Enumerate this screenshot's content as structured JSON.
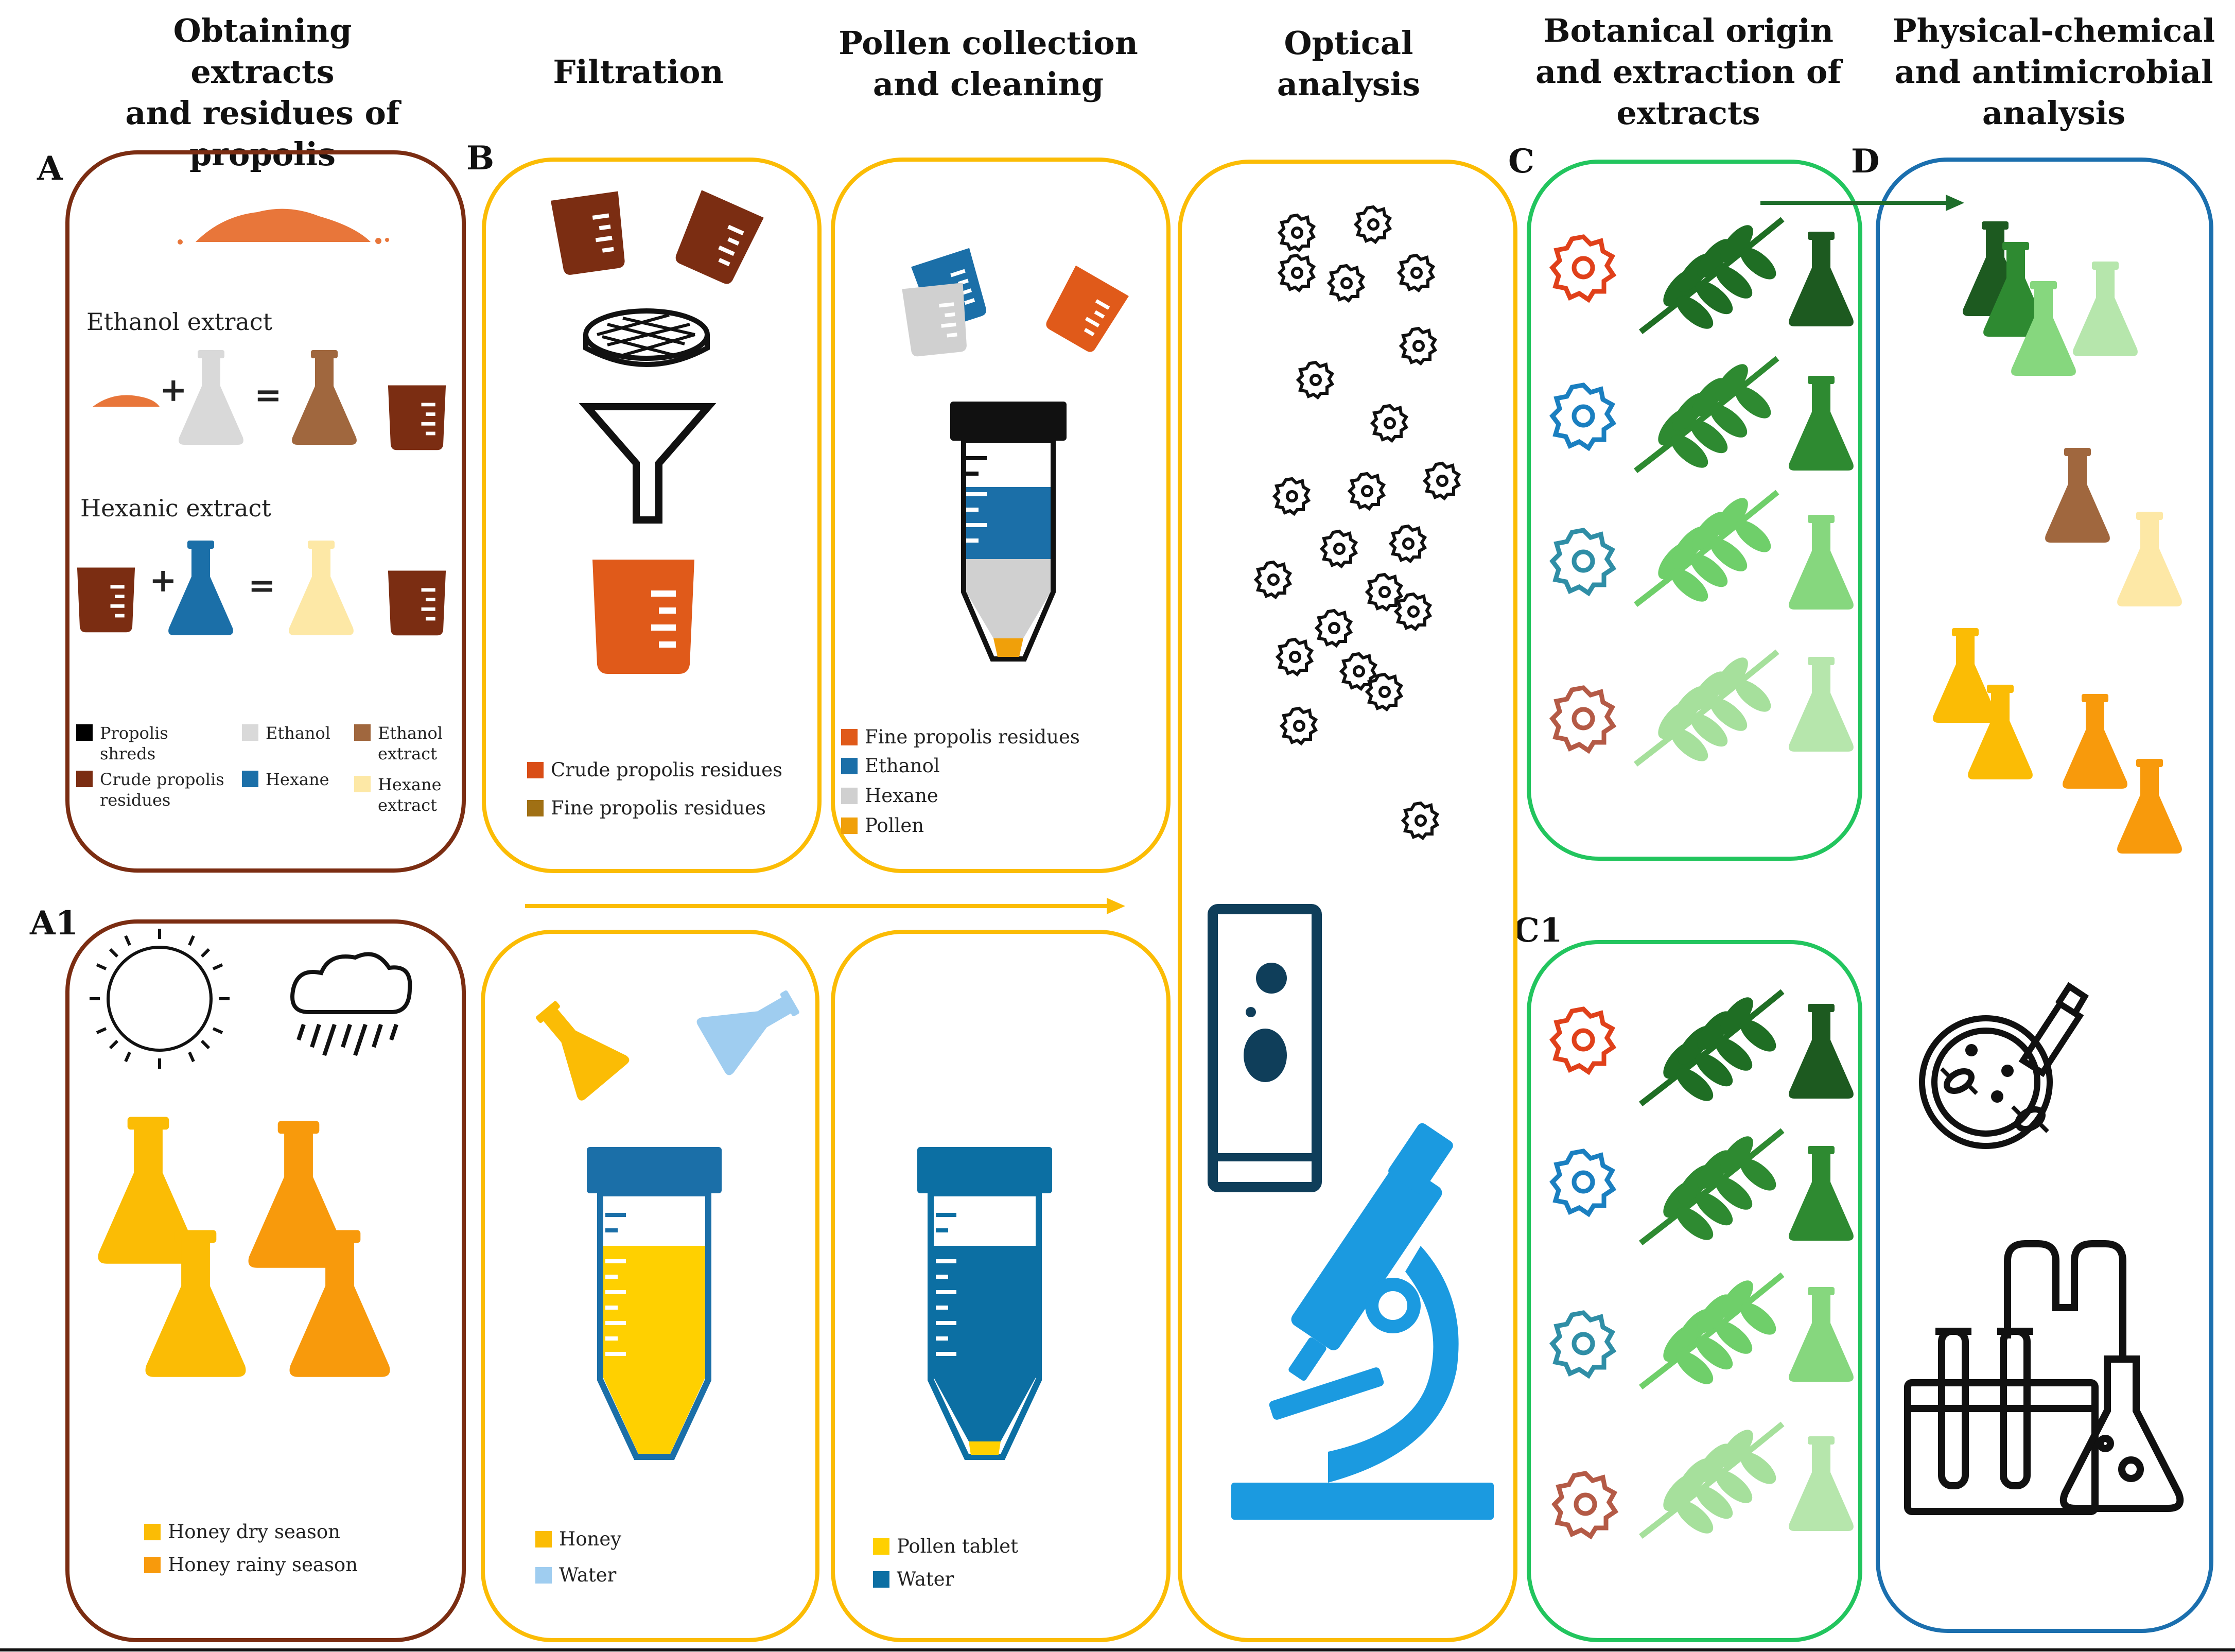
{
  "headers": {
    "col_a": "Obtaining extracts\nand residues of\npropolis",
    "col_b": "Filtration",
    "col_pollen": "Pollen collection\nand cleaning",
    "col_optical": "Optical\nanalysis",
    "col_c": "Botanical origin\nand extraction of\nextracts",
    "col_d": "Physical-chemical\nand antimicrobial\nanalysis"
  },
  "letters": {
    "a": "A",
    "a1": "A1",
    "b": "B",
    "c": "C",
    "c1": "C1",
    "d": "D"
  },
  "panel_a": {
    "ethanol_extract": "Ethanol extract",
    "hexanic_extract": "Hexanic extract",
    "plus": "+",
    "equals": "=",
    "legend": [
      {
        "label": "Propolis\nshreds",
        "color": "#000000"
      },
      {
        "label": "Ethanol",
        "color": "#d9d9d9"
      },
      {
        "label": "Ethanol\nextract",
        "color": "#a0673e"
      },
      {
        "label": "Crude propolis\nresidues",
        "color": "#7b2d12"
      },
      {
        "label": "Hexane",
        "color": "#1b6fa8"
      },
      {
        "label": "Hexane\nextract",
        "color": "#fde8a6"
      }
    ]
  },
  "panel_b": {
    "legend": [
      {
        "label": "Crude propolis residues",
        "color": "#d94d16"
      },
      {
        "label": "Fine propolis residues",
        "color": "#a07014"
      }
    ]
  },
  "panel_pollen": {
    "legend": [
      {
        "label": "Fine propolis residues",
        "color": "#e05a1a"
      },
      {
        "label": "Ethanol",
        "color": "#1b6fa8"
      },
      {
        "label": "Hexane",
        "color": "#d0d0d0"
      },
      {
        "label": "Pollen",
        "color": "#f0a00a"
      }
    ]
  },
  "panel_a1": {
    "legend": [
      {
        "label": "Honey dry season",
        "color": "#fbbc05"
      },
      {
        "label": "Honey rainy season",
        "color": "#f89a0c"
      }
    ]
  },
  "panel_b1": {
    "legend": [
      {
        "label": "Honey",
        "color": "#fbbc05"
      },
      {
        "label": "Water",
        "color": "#9fcdf0"
      }
    ]
  },
  "panel_pollen1": {
    "legend": [
      {
        "label": "Pollen tablet",
        "color": "#ffd000"
      },
      {
        "label": "Water",
        "color": "#0c6fa3"
      }
    ]
  },
  "colors": {
    "brown": "#7b2d12",
    "yellow": "#fbbc05",
    "green": "#22c55e",
    "blue": "#1b6fae",
    "arrow_green": "#1e6e2b",
    "arrow_yellow": "#fbbc05"
  },
  "icons": [
    "propolis-pile-icon",
    "flask-icon",
    "beaker-icon",
    "sieve-icon",
    "funnel-icon",
    "centrifuge-tube-icon",
    "pollen-grain-icon",
    "microscope-icon",
    "slide-icon",
    "leaf-icon",
    "sun-icon",
    "rain-cloud-icon",
    "petri-dish-icon",
    "lab-equipment-icon"
  ]
}
